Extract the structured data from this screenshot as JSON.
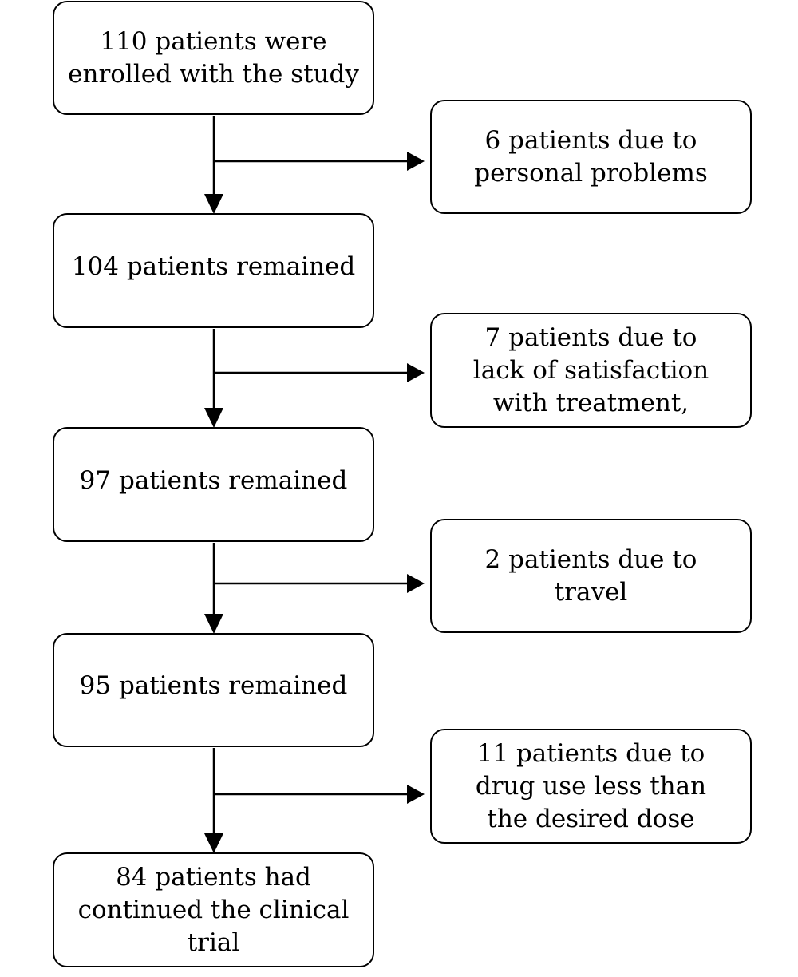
{
  "main_flow": {
    "enrolled": {
      "lines": [
        "110 patients were",
        "enrolled with the study"
      ]
    },
    "remained_1": {
      "lines": [
        "104 patients remained"
      ]
    },
    "remained_2": {
      "lines": [
        "97 patients remained"
      ]
    },
    "remained_3": {
      "lines": [
        "95 patients remained"
      ]
    },
    "final": {
      "lines": [
        "84 patients had",
        "continued the clinical",
        "trial"
      ]
    }
  },
  "exclusions": [
    {
      "lines": [
        "6 patients due to",
        "personal problems"
      ]
    },
    {
      "lines": [
        "7 patients due to",
        "lack of satisfaction",
        "with treatment,"
      ]
    },
    {
      "lines": [
        "2 patients due to",
        "travel"
      ]
    },
    {
      "lines": [
        "11 patients due to",
        "drug use less than",
        "the desired dose"
      ]
    }
  ],
  "colors": {
    "stroke": "#000000",
    "background": "#ffffff"
  }
}
